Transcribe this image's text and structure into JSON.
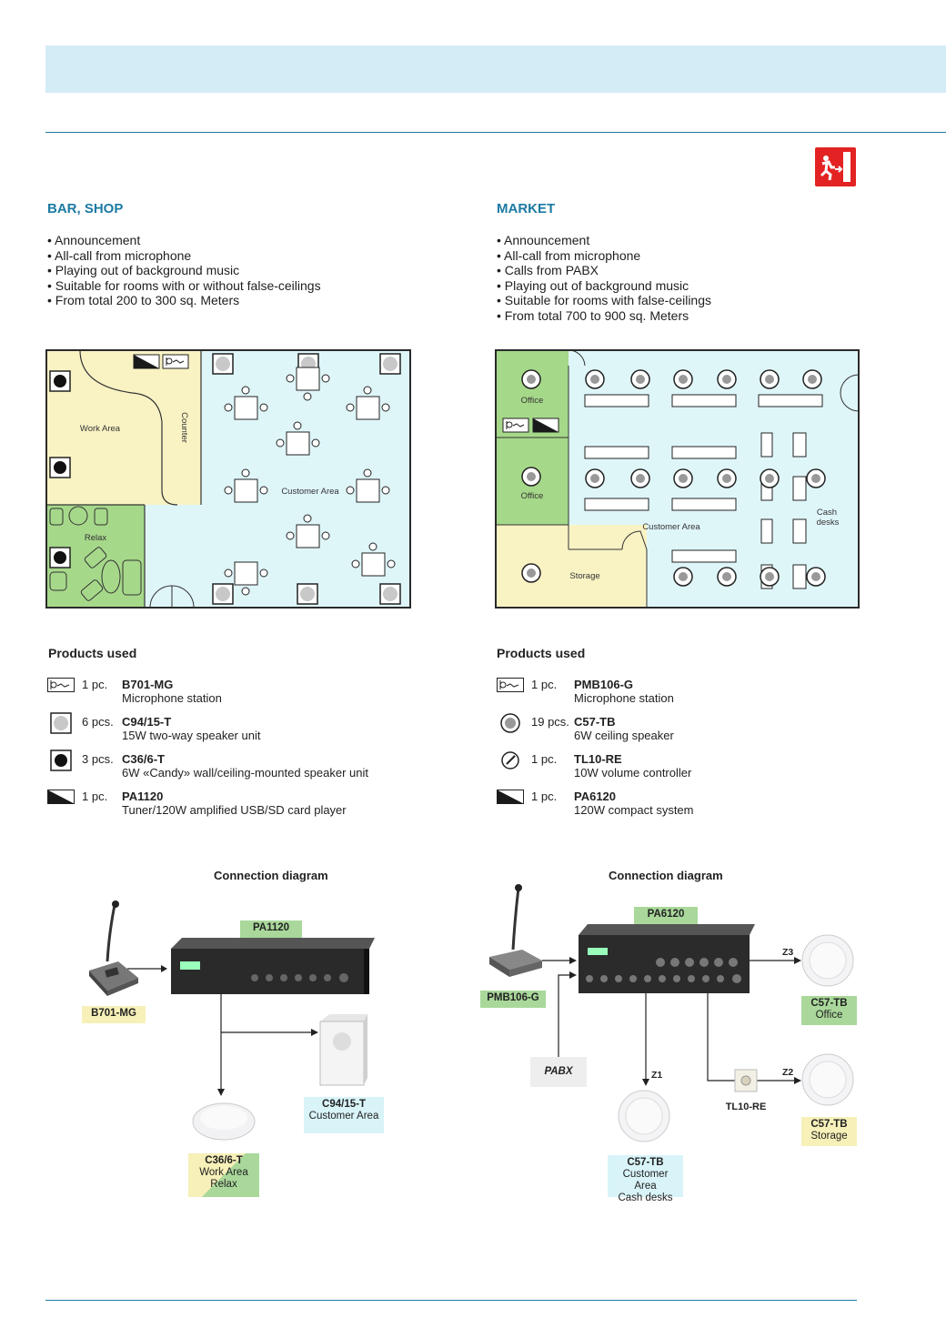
{
  "left": {
    "title": "BAR, SHOP",
    "bullets": [
      "Announcement",
      "All-call from microphone",
      "Playing out of background music",
      "Suitable for rooms with or without false-ceilings",
      "From total 200 to 300 sq. Meters"
    ],
    "plan_labels": {
      "work_area": "Work Area",
      "counter": "Counter",
      "customer_area": "Customer Area",
      "relax": "Relax"
    },
    "products_title": "Products used",
    "products": [
      {
        "icon": "microphone-station-icon",
        "qty": "1 pc.",
        "name": "B701-MG",
        "desc": "Microphone station"
      },
      {
        "icon": "two-way-speaker-icon",
        "qty": "6 pcs.",
        "name": "C94/15-T",
        "desc": "15W two-way speaker unit"
      },
      {
        "icon": "candy-speaker-icon",
        "qty": "3 pcs.",
        "name": "C36/6-T",
        "desc": "6W «Candy» wall/ceiling-mounted speaker unit"
      },
      {
        "icon": "amplifier-icon",
        "qty": "1 pc.",
        "name": "PA1120",
        "desc": "Tuner/120W amplified USB/SD card player"
      }
    ],
    "diagram": {
      "title": "Connection diagram",
      "amp": "PA1120",
      "mic": "B701-MG",
      "speaker1": {
        "name": "C94/15-T",
        "area": "Customer Area"
      },
      "speaker2": {
        "name": "C36/6-T",
        "area1": "Work Area",
        "area2": "Relax"
      }
    }
  },
  "right": {
    "title": "MARKET",
    "bullets": [
      "Announcement",
      "All-call from microphone",
      "Calls from PABX",
      "Playing out of background music",
      "Suitable for rooms with false-ceilings",
      "From total 700 to 900 sq. Meters"
    ],
    "plan_labels": {
      "office1": "Office",
      "office2": "Office",
      "customer_area": "Customer Area",
      "storage": "Storage",
      "cash1": "Cash",
      "cash2": "desks"
    },
    "products_title": "Products used",
    "products": [
      {
        "icon": "microphone-station-icon",
        "qty": "1 pc.",
        "name": "PMB106-G",
        "desc": "Microphone station"
      },
      {
        "icon": "ceiling-speaker-icon",
        "qty": "19 pcs.",
        "name": "C57-TB",
        "desc": "6W ceiling speaker"
      },
      {
        "icon": "volume-controller-icon",
        "qty": "1 pc.",
        "name": "TL10-RE",
        "desc": "10W volume controller"
      },
      {
        "icon": "amplifier-icon",
        "qty": "1 pc.",
        "name": "PA6120",
        "desc": "120W compact system"
      }
    ],
    "diagram": {
      "title": "Connection diagram",
      "amp": "PA6120",
      "mic": "PMB106-G",
      "pabx": "PABX",
      "z1": "Z1",
      "z2": "Z2",
      "z3": "Z3",
      "controller": "TL10-RE",
      "spk_office": {
        "name": "C57-TB",
        "area": "Office"
      },
      "spk_storage": {
        "name": "C57-TB",
        "area": "Storage"
      },
      "spk_customer": {
        "name": "C57-TB",
        "area1": "Customer Area",
        "area2": "Cash desks"
      }
    }
  }
}
